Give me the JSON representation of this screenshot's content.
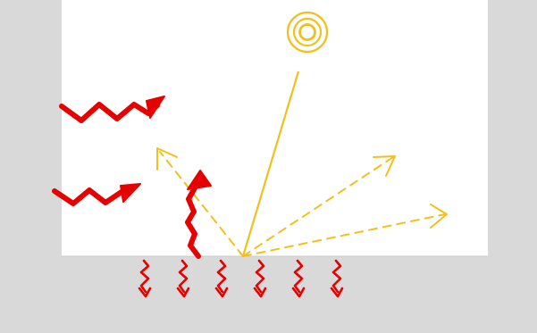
{
  "diagram": {
    "colors": {
      "ground": "#d9d9d9",
      "sky": "#ffffff",
      "sunlight": "#f2c01c",
      "heat": "#e60000"
    },
    "icons": {
      "sun": "sun-icon",
      "incoming_ray": "incoming-sunlight-ray",
      "reflected_rays": "reflected-light-arrows",
      "heat_waves": "infrared-heat-arrows",
      "ground_heat": "ground-heat-flow-arrows"
    },
    "counts": {
      "reflected_arrows": 3,
      "infrared_arrows": 3,
      "ground_heat_arrows": 6
    }
  }
}
